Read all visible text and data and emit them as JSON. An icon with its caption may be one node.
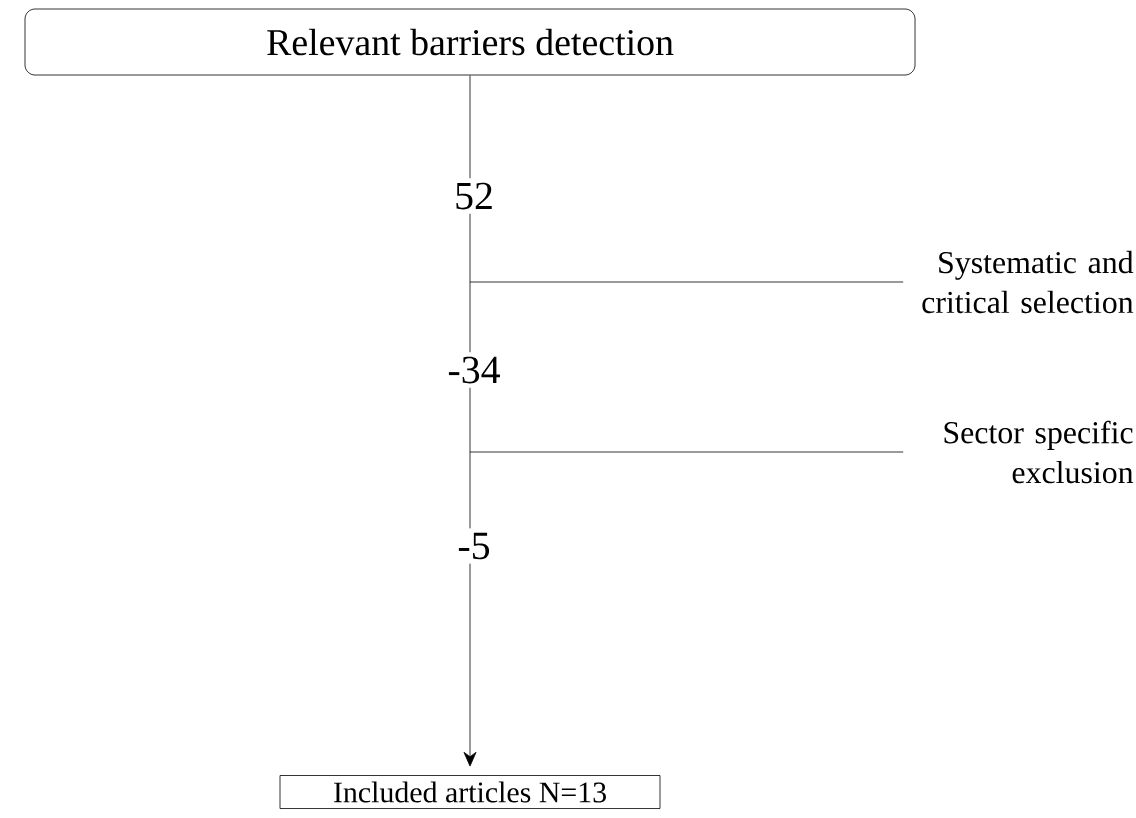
{
  "diagram": {
    "nodes": [
      {
        "text": [
          "Relevant barriers detection"
        ]
      },
      {
        "text": [
          "52"
        ]
      },
      {
        "text": [
          "Systematic and critical selection"
        ]
      },
      {
        "text": [
          "-34"
        ]
      },
      {
        "text": [
          "Sector specific exclusion"
        ]
      },
      {
        "text": [
          "-5"
        ]
      },
      {
        "text": [
          "Included articles N=13"
        ]
      }
    ],
    "edges": [
      {
        "from": 0,
        "to": 1,
        "arrow": "none"
      },
      {
        "from": 1,
        "to": 3,
        "arrow": "none"
      },
      {
        "from": 3,
        "to": 5,
        "arrow": "none"
      },
      {
        "from": 5,
        "to": 6,
        "arrow": "to"
      },
      {
        "from": null,
        "to": 2,
        "arrow": "none"
      },
      {
        "from": null,
        "to": 4,
        "arrow": "none"
      }
    ]
  }
}
